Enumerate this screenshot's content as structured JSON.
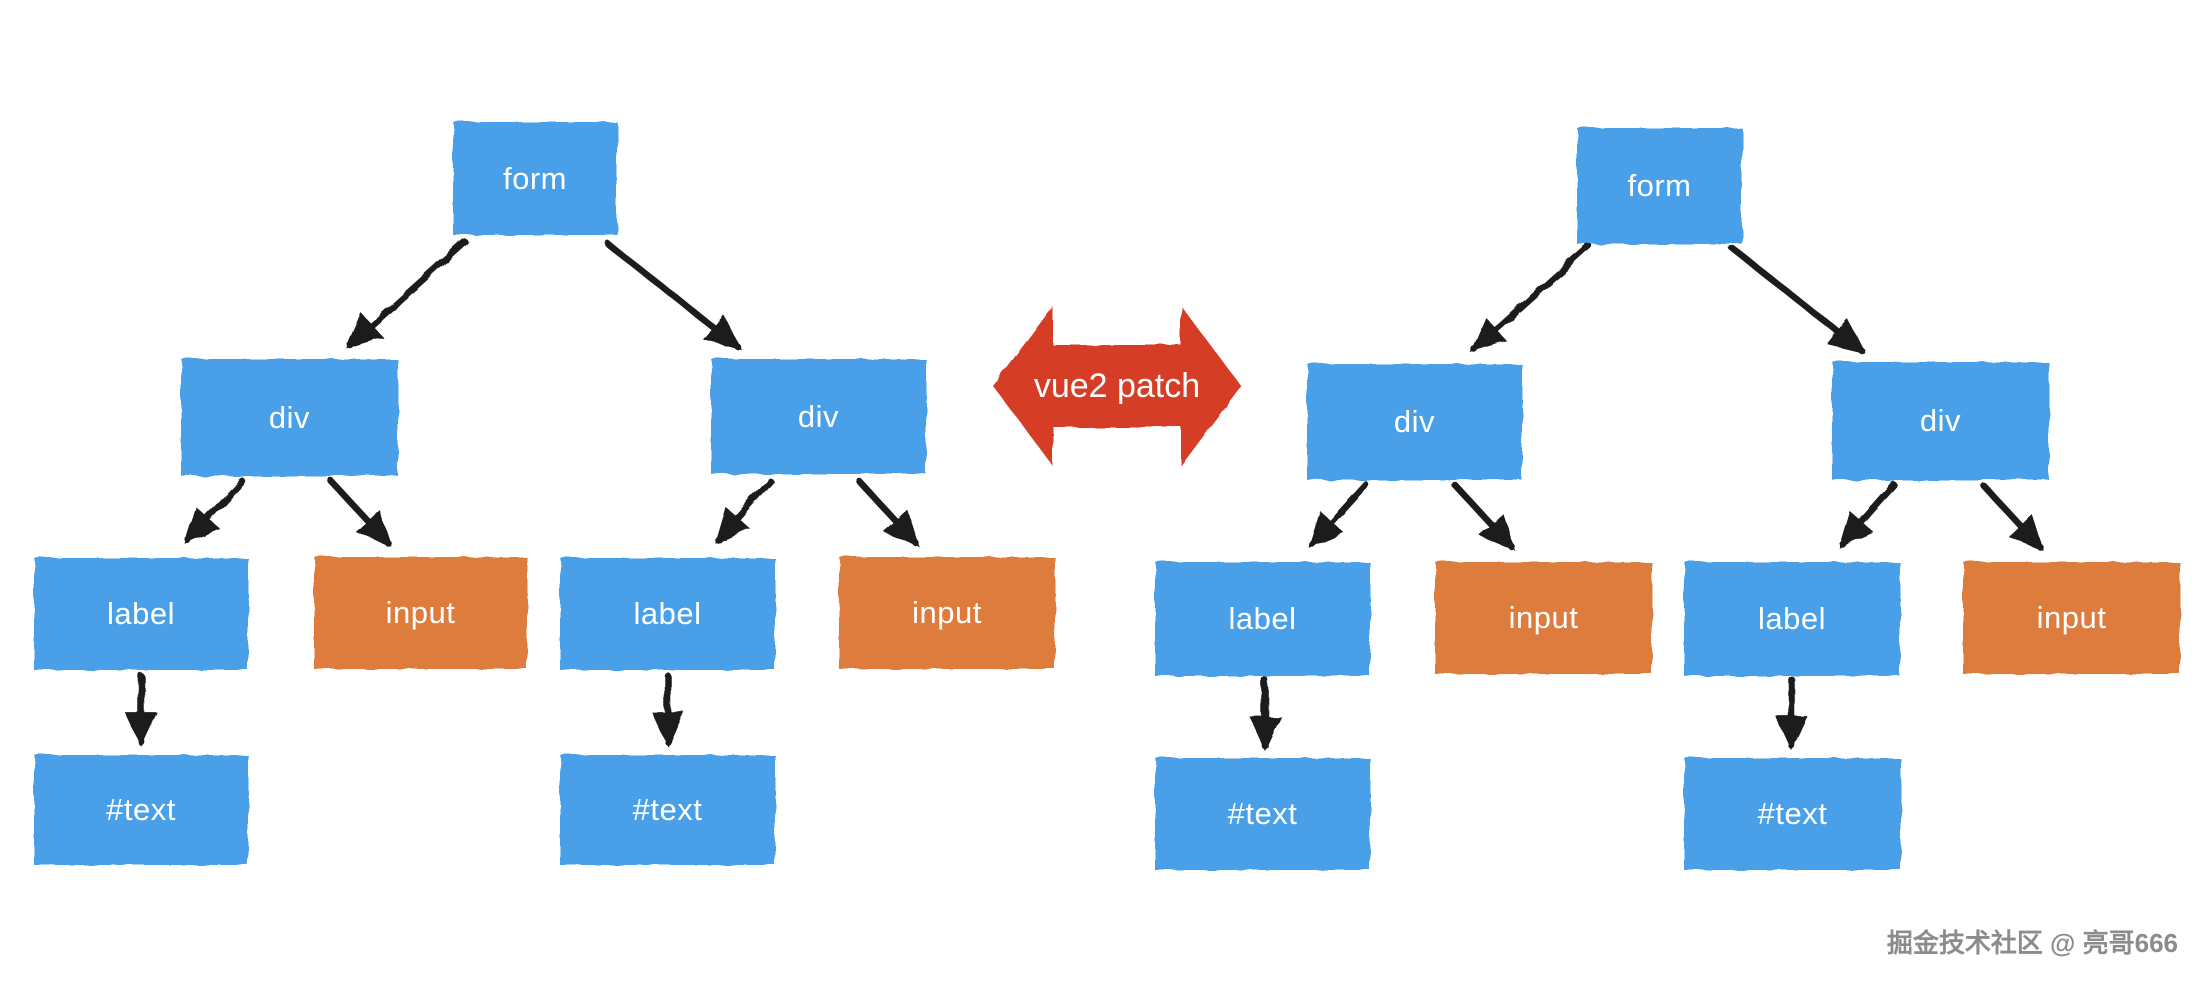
{
  "page": {
    "background": "#ffffff",
    "watermark": "掘金技术社区 @ 亮哥666"
  },
  "colors": {
    "element_node": "#4aa0e9",
    "input_node": "#dd7b3c",
    "node_text": "#ffffff",
    "edge": "#1a1a1a",
    "patch_arrow": "#d63c26",
    "patch_arrow_text": "#ffffff",
    "watermark_text": "#8c8c8c"
  },
  "center_arrow": {
    "label": "vue2 patch"
  },
  "trees": [
    {
      "nodes": {
        "form": "form",
        "div_left": "div",
        "div_right": "div",
        "label_left": "label",
        "input_left": "input",
        "label_right": "label",
        "input_right": "input",
        "text_left": "#text",
        "text_right": "#text"
      }
    },
    {
      "nodes": {
        "form": "form",
        "div_left": "div",
        "div_right": "div",
        "label_left": "label",
        "input_left": "input",
        "label_right": "label",
        "input_right": "input",
        "text_left": "#text",
        "text_right": "#text"
      }
    }
  ]
}
